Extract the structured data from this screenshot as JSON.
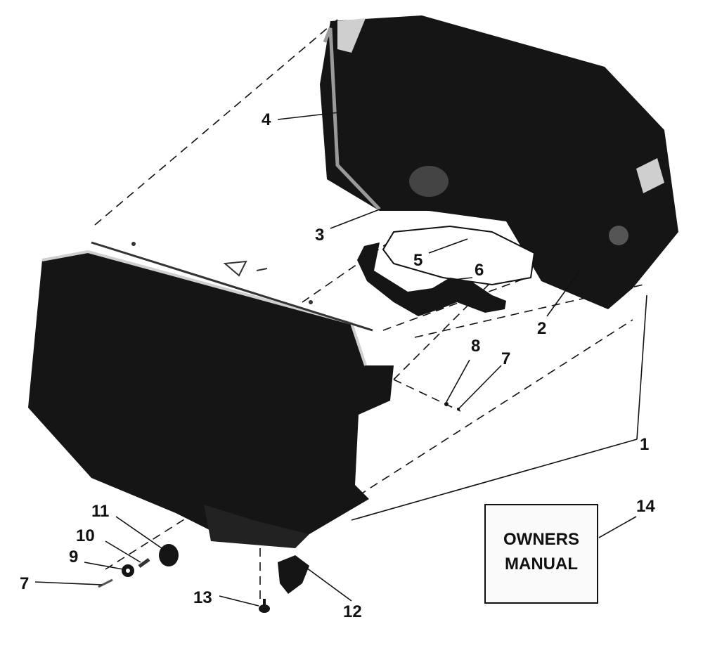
{
  "diagram": {
    "callouts": [
      {
        "id": "c1",
        "label": "1"
      },
      {
        "id": "c2",
        "label": "2"
      },
      {
        "id": "c3",
        "label": "3"
      },
      {
        "id": "c4",
        "label": "4"
      },
      {
        "id": "c5",
        "label": "5"
      },
      {
        "id": "c6",
        "label": "6"
      },
      {
        "id": "c7a",
        "label": "7"
      },
      {
        "id": "c7b",
        "label": "7"
      },
      {
        "id": "c8",
        "label": "8"
      },
      {
        "id": "c9",
        "label": "9"
      },
      {
        "id": "c10",
        "label": "10"
      },
      {
        "id": "c11",
        "label": "11"
      },
      {
        "id": "c12",
        "label": "12"
      },
      {
        "id": "c13",
        "label": "13"
      },
      {
        "id": "c14",
        "label": "14"
      }
    ],
    "manual": {
      "line1": "OWNERS",
      "line2": "MANUAL"
    },
    "colors": {
      "ink": "#111111",
      "part_dark": "#151515",
      "part_light": "#f4f4f4"
    }
  }
}
